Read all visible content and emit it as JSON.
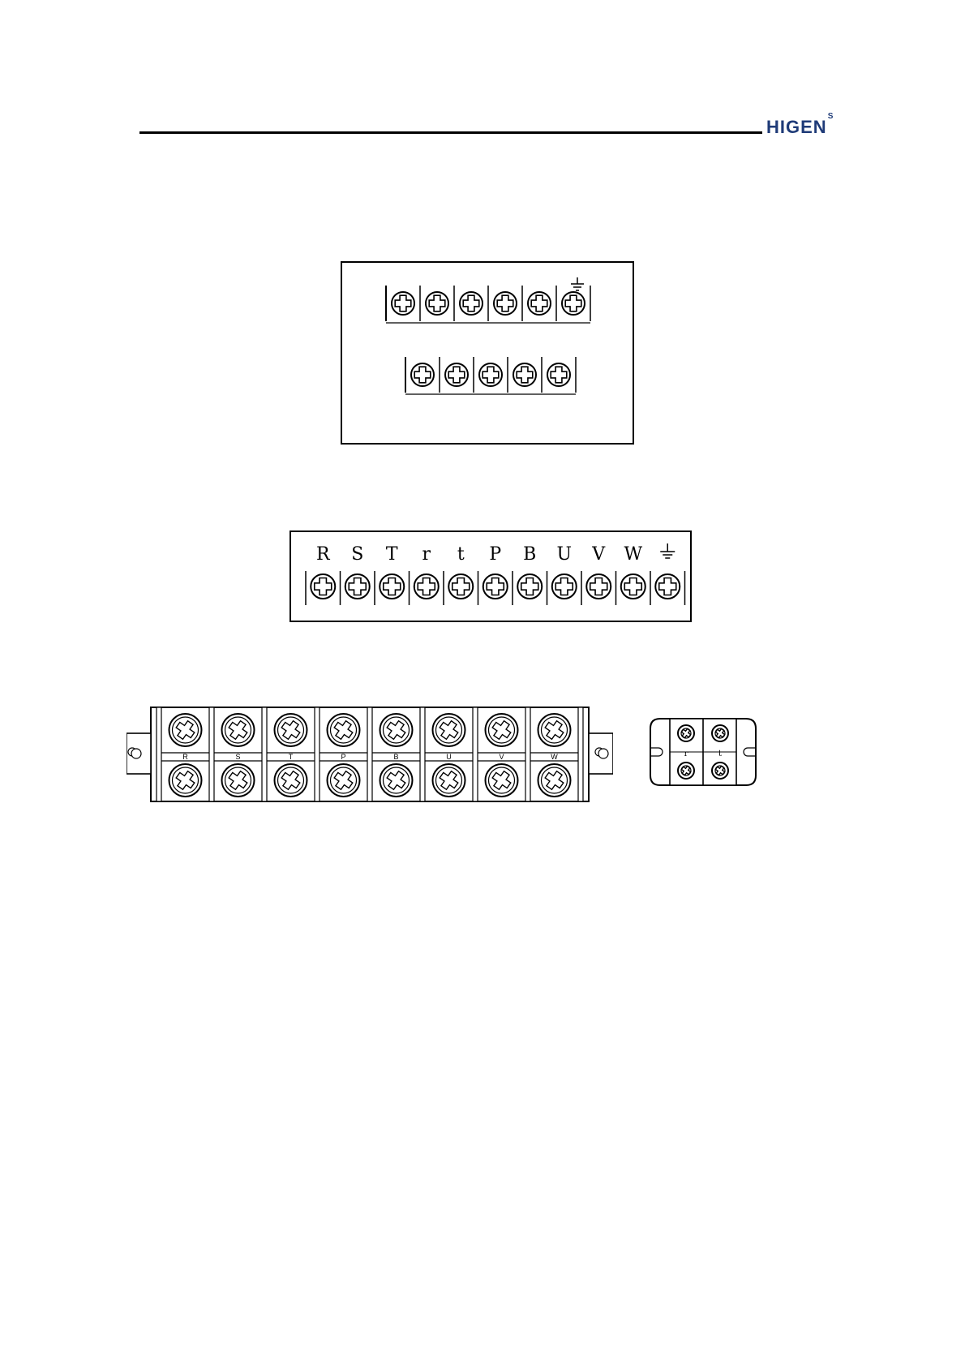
{
  "header": {
    "logo_text": "HIGEN",
    "logo_superscript": "S",
    "accent": "#1f3b78"
  },
  "diagram1": {
    "top_row_label": "ground-symbol",
    "top_count": 6,
    "bottom_count": 5
  },
  "diagram2": {
    "labels": [
      "R",
      "S",
      "T",
      "r",
      "t",
      "P",
      "B",
      "U",
      "V",
      "W",
      "⏚"
    ]
  },
  "diagram3": {
    "labels": [
      "R",
      "S",
      "T",
      "P",
      "B",
      "U",
      "V",
      "W"
    ]
  },
  "diagram4": {
    "labels": [
      "r",
      "t"
    ]
  }
}
